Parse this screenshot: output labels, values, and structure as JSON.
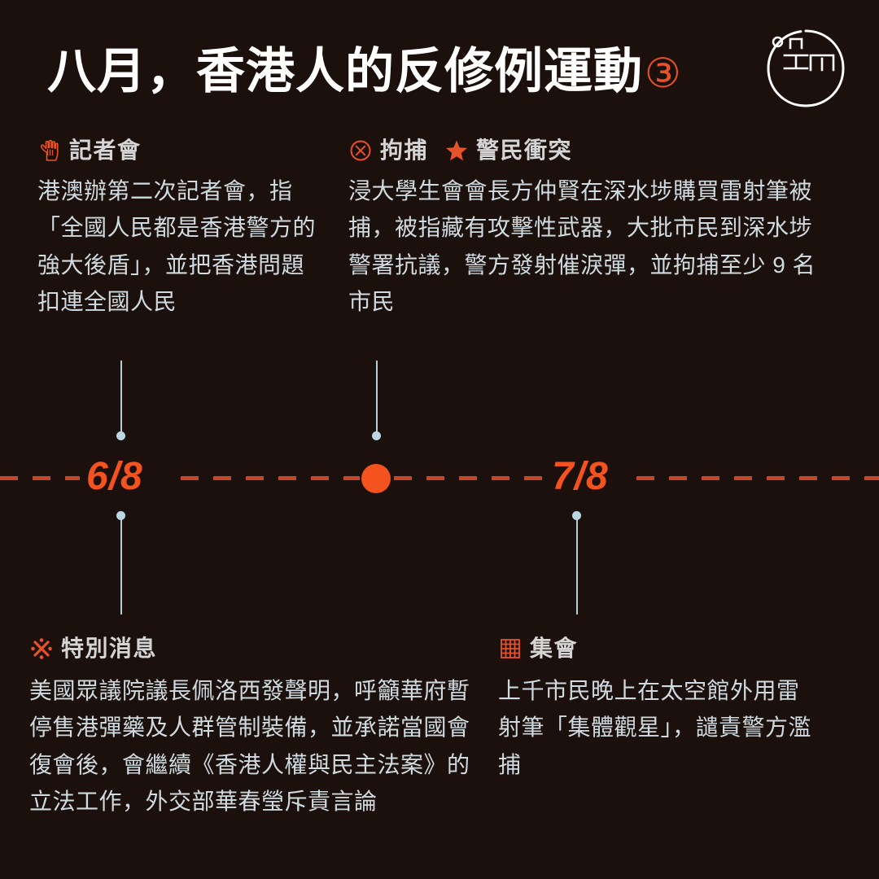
{
  "meta": {
    "background_color": "#1c100c",
    "accent_color": "#f4521e",
    "accent_dim_color": "#c4472a",
    "body_text_color": "#cfdbe0",
    "heading_text_color": "#d5d5d5",
    "connector_color": "#b4cfdb"
  },
  "header": {
    "title": "八月，香港人的反修例運動",
    "issue_number": "③",
    "logo_name": "initium-media-logo",
    "logo_text": "端"
  },
  "timeline": {
    "dates": [
      {
        "label": "6/8"
      },
      {
        "label": "7/8"
      }
    ],
    "marker_name": "timeline-event-dot"
  },
  "events": [
    {
      "id": "press-conference",
      "position": "top-left",
      "tags": [
        {
          "icon": "pointing-hand-icon",
          "label": "記者會"
        }
      ],
      "body": "港澳辦第二次記者會，指「全國人民都是香港警方的強大後盾」，並把香港問題扣連全國人民"
    },
    {
      "id": "arrest-clash",
      "position": "top-right",
      "tags": [
        {
          "icon": "circled-x-icon",
          "label": "拘捕"
        },
        {
          "icon": "star-icon",
          "label": "警民衝突"
        }
      ],
      "body": "浸大學生會會長方仲賢在深水埗購買雷射筆被捕，被指藏有攻擊性武器，大批市民到深水埗警署抗議，警方發射催淚彈，並拘捕至少 9 名市民"
    },
    {
      "id": "special-news",
      "position": "bottom-left",
      "tags": [
        {
          "icon": "reference-mark-icon",
          "label": "特別消息"
        }
      ],
      "body": "美國眾議院議長佩洛西發聲明，呼籲華府暫停售港彈藥及人群管制裝備，並承諾當國會復會後，會繼續《香港人權與民主法案》的立法工作，外交部華春瑩斥責言論"
    },
    {
      "id": "assembly",
      "position": "bottom-right",
      "tags": [
        {
          "icon": "grid-icon",
          "label": "集會"
        }
      ],
      "body": "上千市民晚上在太空館外用雷射筆「集體觀星」，譴責警方濫捕"
    }
  ]
}
